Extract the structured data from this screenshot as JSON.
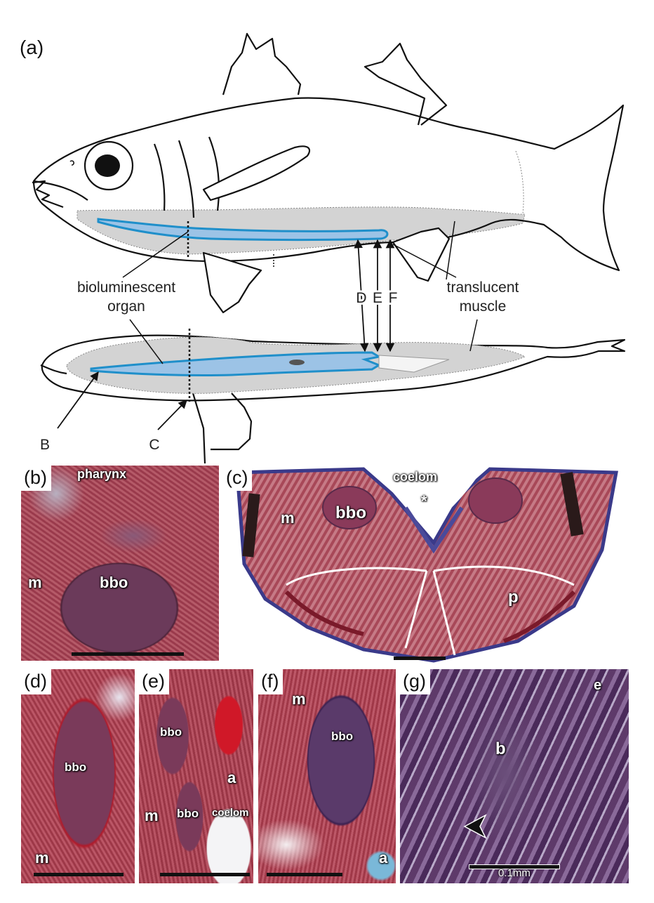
{
  "figure": {
    "panel_a": {
      "letter": "(a)",
      "labels": {
        "organ": [
          "bioluminescent",
          "organ"
        ],
        "muscle": [
          "translucent",
          "muscle"
        ],
        "D": "D",
        "E": "E",
        "F": "F",
        "B": "B",
        "C": "C"
      }
    },
    "panel_b": {
      "letter": "(b)",
      "labels": {
        "pharynx": "pharynx",
        "bbo": "bbo",
        "m": "m"
      }
    },
    "panel_c": {
      "letter": "(c)",
      "labels": {
        "coelom": "coelom",
        "m": "m",
        "bbo": "bbo",
        "asterisk": "*",
        "p": "p"
      }
    },
    "panel_d": {
      "letter": "(d)",
      "labels": {
        "bbo": "bbo",
        "m": "m"
      }
    },
    "panel_e": {
      "letter": "(e)",
      "labels": {
        "bbo_top": "bbo",
        "bbo_bottom": "bbo",
        "m": "m",
        "a": "a",
        "coelom": "coelom"
      }
    },
    "panel_f": {
      "letter": "(f)",
      "labels": {
        "m": "m",
        "bbo": "bbo",
        "a": "a"
      }
    },
    "panel_g": {
      "letter": "(g)",
      "labels": {
        "e": "e",
        "b": "b"
      },
      "scale": "0.1mm"
    },
    "colors": {
      "organ_blue": "#2aa0d8",
      "organ_fill": "#9cc3e6",
      "muscle_grey": "#d3d3d3",
      "tissue_red": "#a4404c",
      "tissue_purple": "#6e4a78"
    }
  }
}
